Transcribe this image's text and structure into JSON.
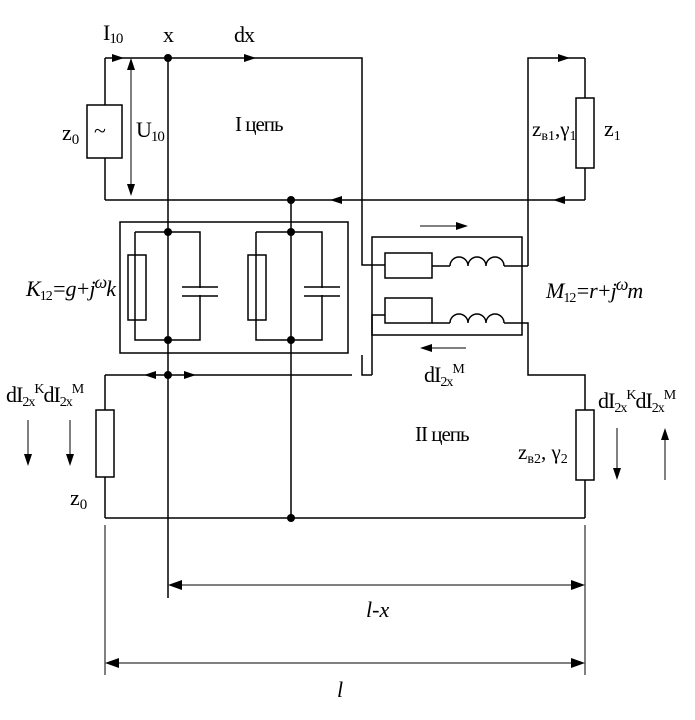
{
  "labels": {
    "i10_main": "I",
    "i10_sub": "10",
    "x": "x",
    "dx": "dx",
    "source_symbol": "~",
    "z0_top_main": "z",
    "z0_top_sub": "0",
    "u10_main": "U",
    "u10_sub": "10",
    "circuit1": "I цепь",
    "zv1_main": "z",
    "zv1_sub": "в1",
    "zv1_rest": ",γ",
    "zv1_sub2": "1",
    "z1_main": "z",
    "z1_sub": "1",
    "k12_main": "K",
    "k12_sub": "12",
    "k12_eq": "=g+j",
    "k12_omega": "ω",
    "k12_k": "k",
    "m12_main": "M",
    "m12_sub": "12",
    "m12_eq": "=r+j",
    "m12_omega": "ω",
    "m12_m": "m",
    "di_left_1": "dI",
    "di_left_1_sub": "2x",
    "di_left_1_sup": "K",
    "di_left_2": "dI",
    "di_left_2_sub": "2x",
    "di_left_2_sup": "M",
    "di_mid": "dI",
    "di_mid_sub": "2x",
    "di_mid_sup": "M",
    "di_right_1": "dI",
    "di_right_1_sub": "2x",
    "di_right_1_sup": "K",
    "di_right_2": "dI",
    "di_right_2_sub": "2x",
    "di_right_2_sup": "M",
    "circuit2": "II цепь",
    "zv2_main": "z",
    "zv2_sub": "в2",
    "zv2_rest": ", γ",
    "zv2_sub2": "2",
    "z0_bottom_main": "z",
    "z0_bottom_sub": "0",
    "dim_lx": "l-x",
    "dim_l": "l"
  }
}
